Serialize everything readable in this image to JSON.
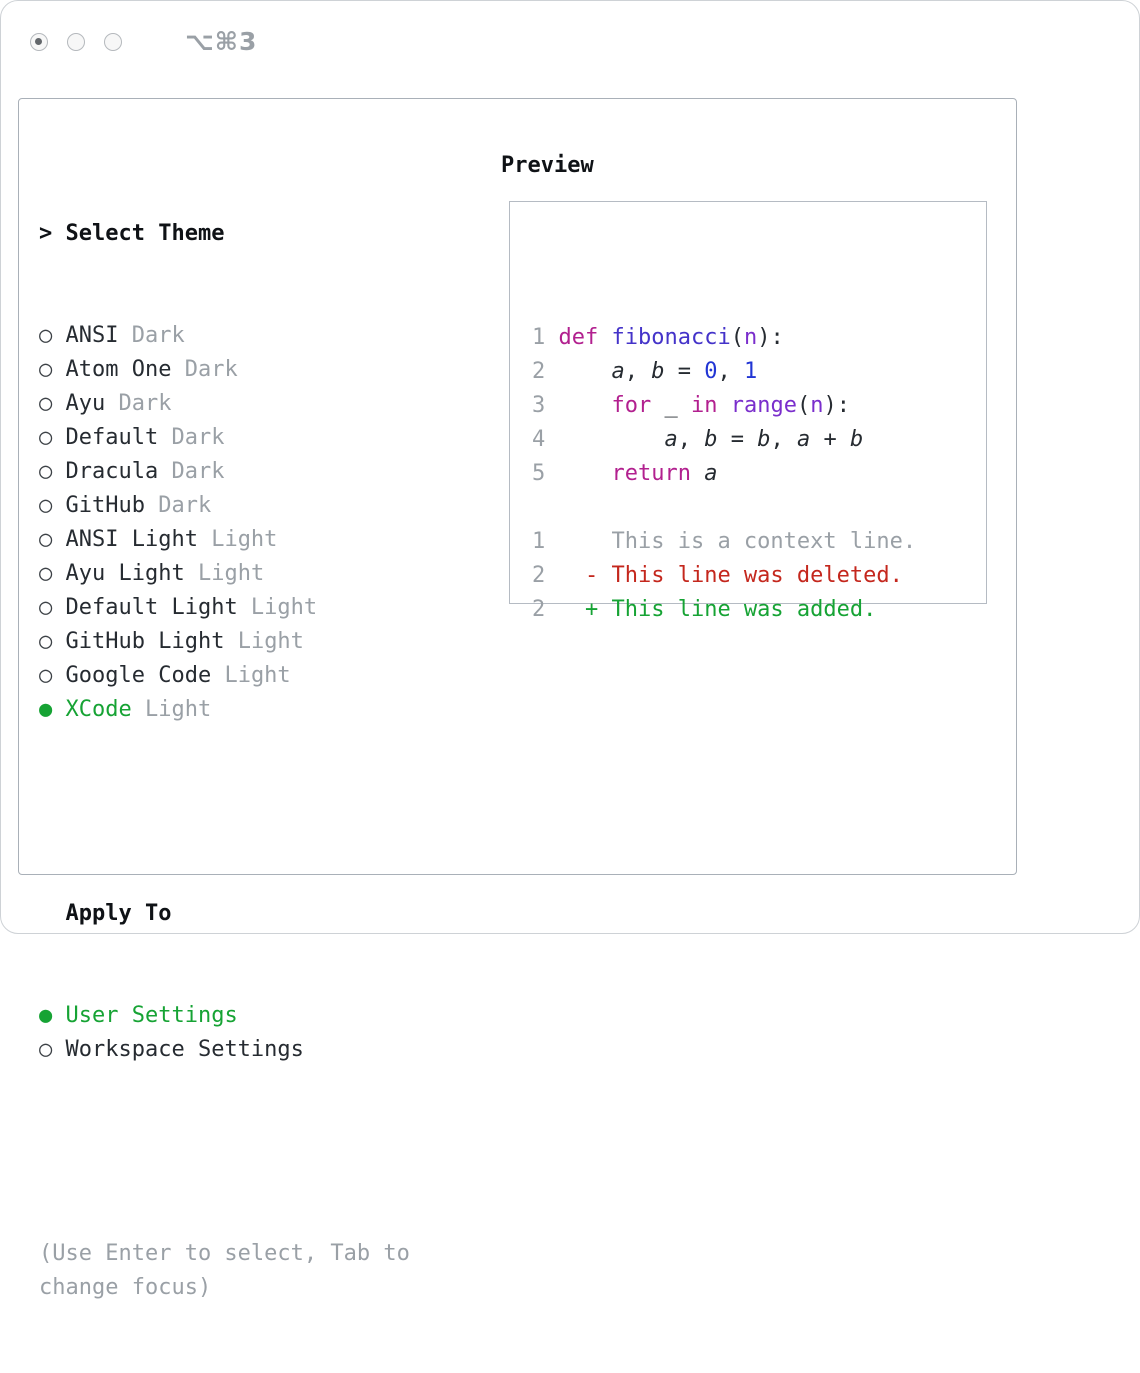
{
  "window": {
    "shortcut": "⌥⌘3",
    "traffic_lights": [
      "selected",
      "normal",
      "normal"
    ]
  },
  "theme_panel": {
    "prompt": "> ",
    "select_header": "Select Theme",
    "themes": [
      {
        "name": "ANSI",
        "variant": "Dark",
        "selected": false
      },
      {
        "name": "Atom One",
        "variant": "Dark",
        "selected": false
      },
      {
        "name": "Ayu",
        "variant": "Dark",
        "selected": false
      },
      {
        "name": "Default",
        "variant": "Dark",
        "selected": false
      },
      {
        "name": "Dracula",
        "variant": "Dark",
        "selected": false
      },
      {
        "name": "GitHub",
        "variant": "Dark",
        "selected": false
      },
      {
        "name": "ANSI Light",
        "variant": "Light",
        "selected": false
      },
      {
        "name": "Ayu Light",
        "variant": "Light",
        "selected": false
      },
      {
        "name": "Default Light",
        "variant": "Light",
        "selected": false
      },
      {
        "name": "GitHub Light",
        "variant": "Light",
        "selected": false
      },
      {
        "name": "Google Code",
        "variant": "Light",
        "selected": false
      },
      {
        "name": "XCode",
        "variant": "Light",
        "selected": true
      }
    ],
    "apply_header": "Apply To",
    "apply_options": [
      {
        "label": "User Settings",
        "selected": true
      },
      {
        "label": "Workspace Settings",
        "selected": false
      }
    ]
  },
  "footer": {
    "help_lines": [
      "(Use Enter to select, Tab to",
      "change focus)"
    ]
  },
  "preview": {
    "header": "Preview",
    "code_lines": [
      {
        "num": "1",
        "segs": [
          {
            "t": "def",
            "c": "kw"
          },
          {
            "t": " ",
            "c": "p"
          },
          {
            "t": "fibonacci",
            "c": "fn"
          },
          {
            "t": "(",
            "c": "p"
          },
          {
            "t": "n",
            "c": "bi"
          },
          {
            "t": "):",
            "c": "p"
          }
        ]
      },
      {
        "num": "2",
        "segs": [
          {
            "t": "    ",
            "c": "p"
          },
          {
            "t": "a",
            "c": "v"
          },
          {
            "t": ", ",
            "c": "p"
          },
          {
            "t": "b",
            "c": "v"
          },
          {
            "t": " = ",
            "c": "p"
          },
          {
            "t": "0",
            "c": "nl"
          },
          {
            "t": ", ",
            "c": "p"
          },
          {
            "t": "1",
            "c": "nl"
          }
        ]
      },
      {
        "num": "3",
        "segs": [
          {
            "t": "    ",
            "c": "p"
          },
          {
            "t": "for",
            "c": "kw"
          },
          {
            "t": " _ ",
            "c": "p"
          },
          {
            "t": "in",
            "c": "kw"
          },
          {
            "t": " ",
            "c": "p"
          },
          {
            "t": "range",
            "c": "bi"
          },
          {
            "t": "(",
            "c": "p"
          },
          {
            "t": "n",
            "c": "bi"
          },
          {
            "t": "):",
            "c": "p"
          }
        ]
      },
      {
        "num": "4",
        "segs": [
          {
            "t": "        ",
            "c": "p"
          },
          {
            "t": "a",
            "c": "v"
          },
          {
            "t": ", ",
            "c": "p"
          },
          {
            "t": "b",
            "c": "v"
          },
          {
            "t": " = ",
            "c": "p"
          },
          {
            "t": "b",
            "c": "v"
          },
          {
            "t": ", ",
            "c": "p"
          },
          {
            "t": "a",
            "c": "v"
          },
          {
            "t": " + ",
            "c": "p"
          },
          {
            "t": "b",
            "c": "v"
          }
        ]
      },
      {
        "num": "5",
        "segs": [
          {
            "t": "    ",
            "c": "p"
          },
          {
            "t": "return",
            "c": "kw"
          },
          {
            "t": " ",
            "c": "p"
          },
          {
            "t": "a",
            "c": "v"
          }
        ]
      }
    ],
    "diff_lines": [
      {
        "num": "1",
        "cls": "ctx",
        "text": "    This is a context line."
      },
      {
        "num": "2",
        "cls": "del",
        "text": "  - This line was deleted."
      },
      {
        "num": "2",
        "cls": "add",
        "text": "  + This line was added."
      }
    ]
  },
  "colors": {
    "selected_green": "#16a334",
    "muted_gray": "#9aa0a6",
    "text_dark": "#262b31",
    "keyword_magenta": "#b2208f",
    "function_indigo": "#4433c9",
    "builtin_purple": "#7a2ecc",
    "number_blue": "#2135d4",
    "deleted_red": "#c4271d",
    "added_green": "#16a334"
  }
}
